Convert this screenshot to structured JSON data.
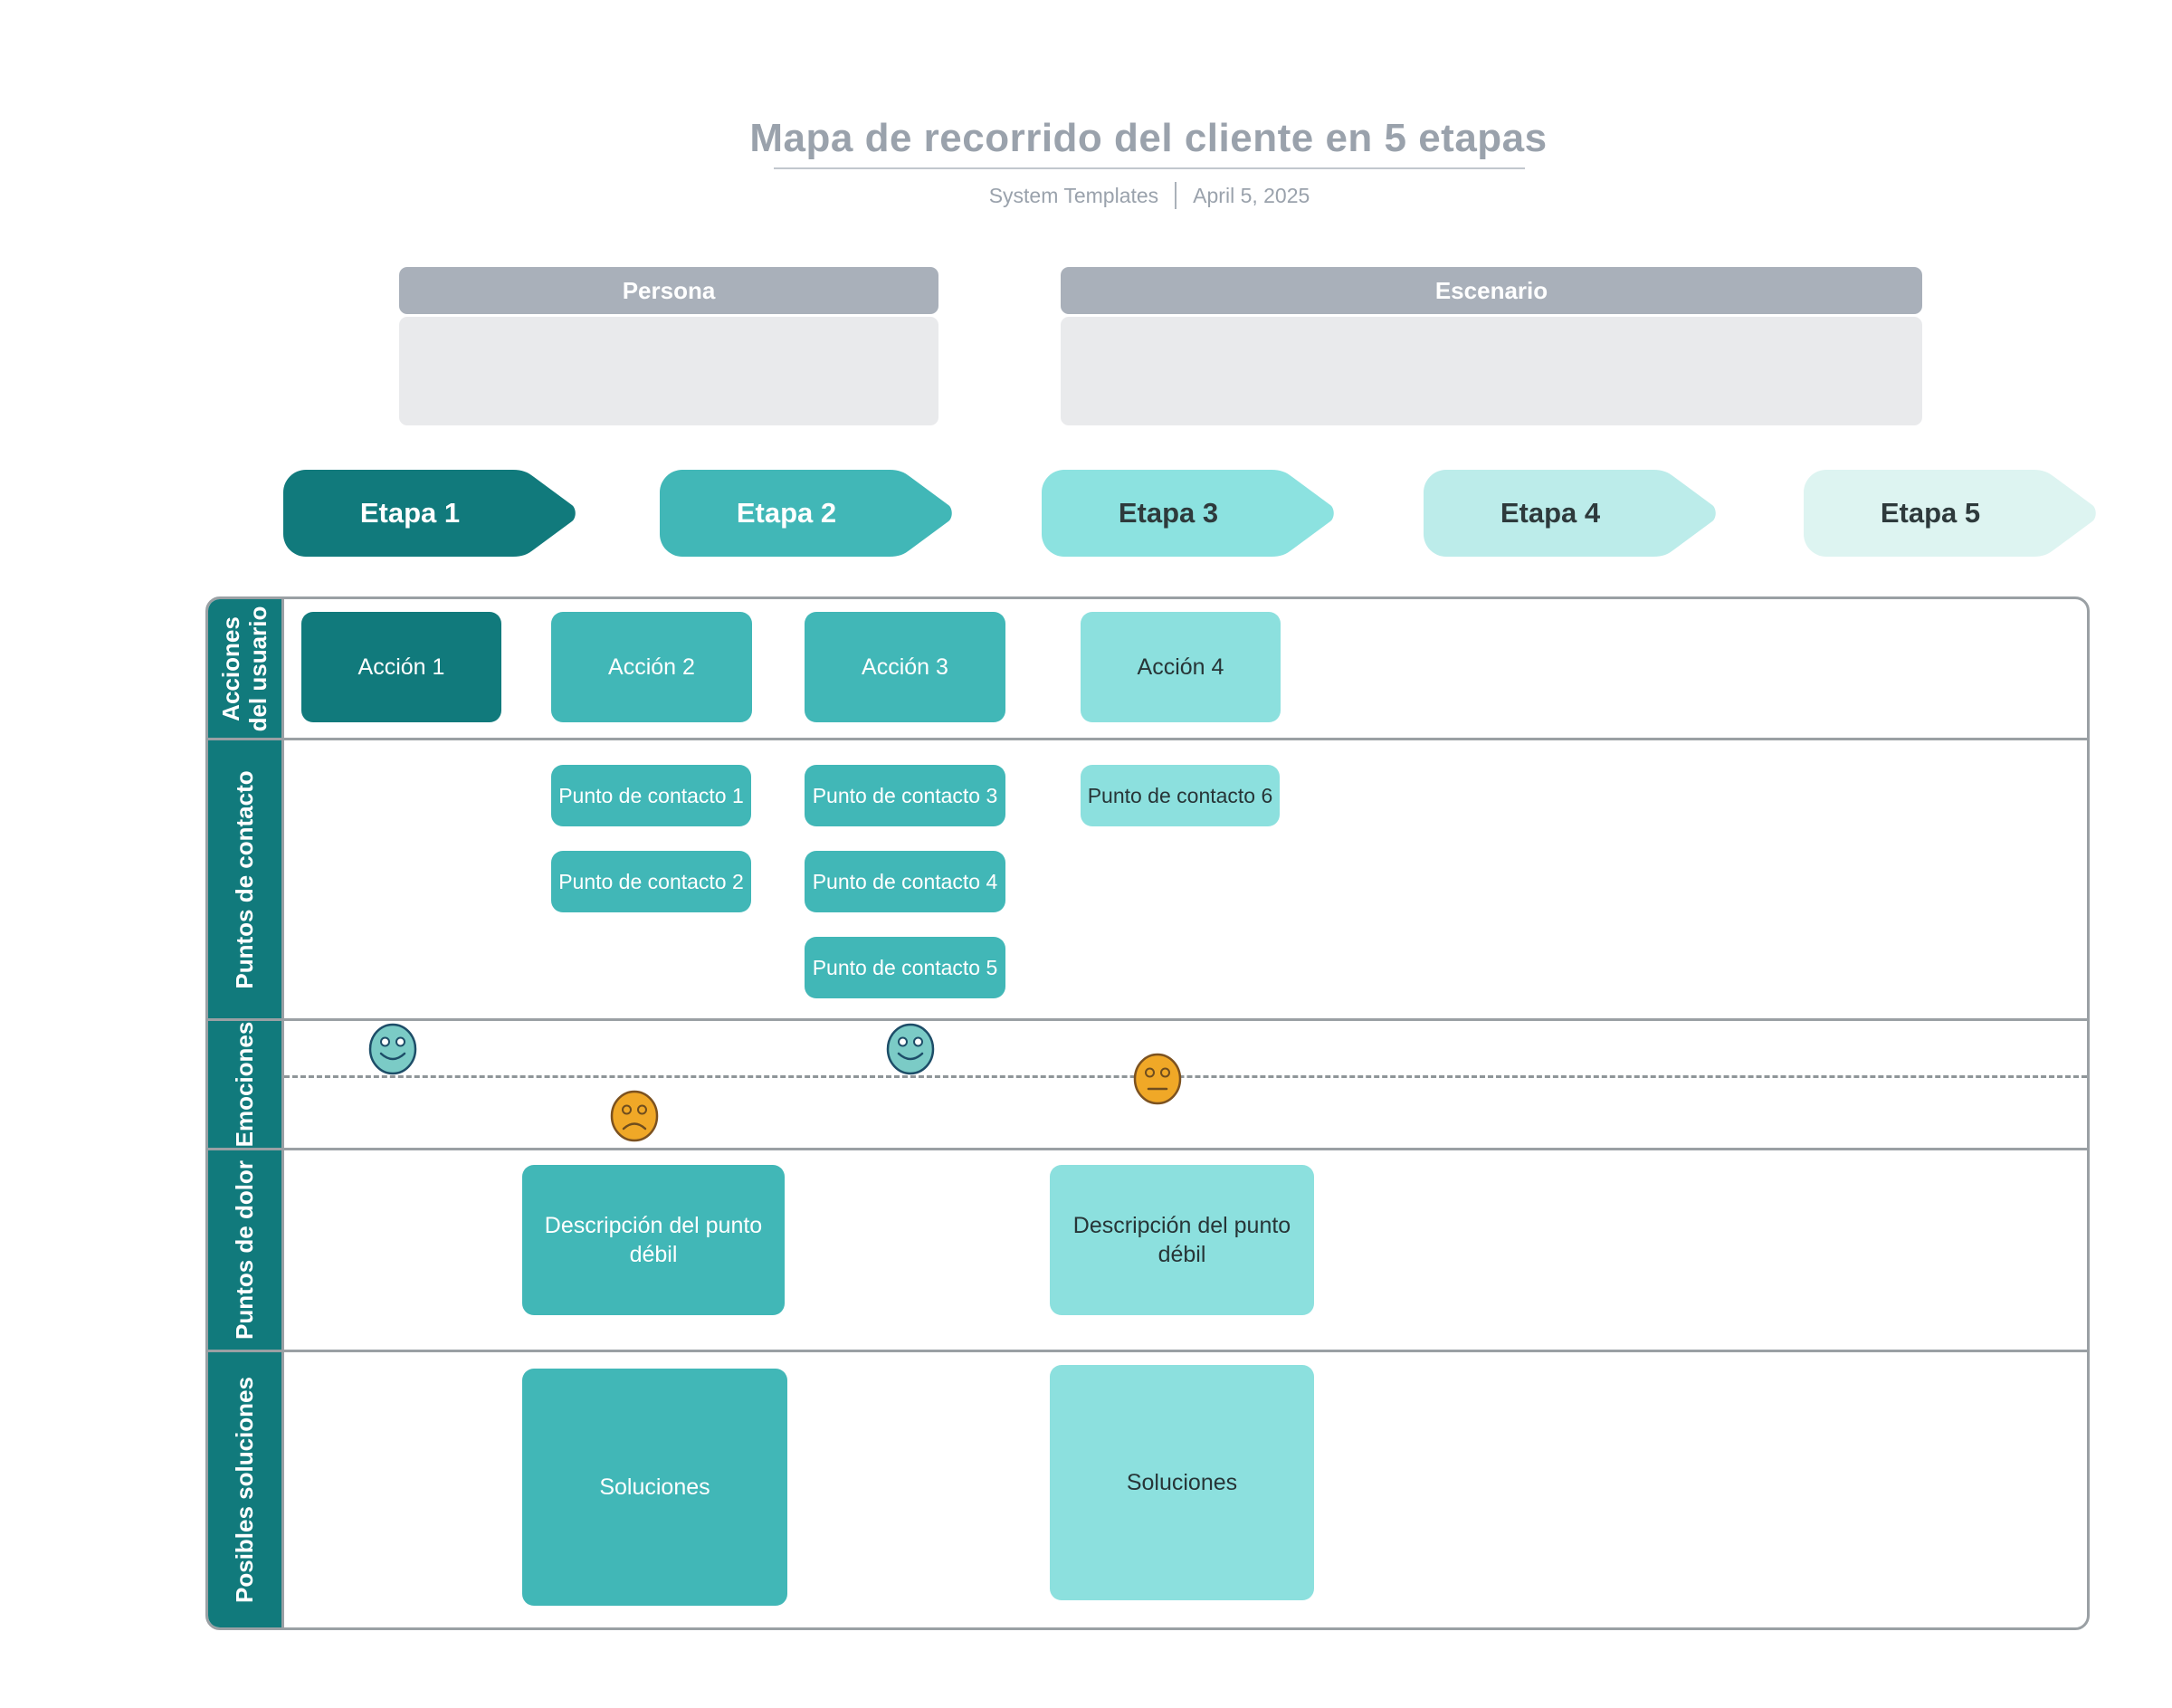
{
  "header": {
    "title": "Mapa de recorrido del cliente en 5 etapas",
    "author": "System Templates",
    "date": "April 5, 2025"
  },
  "panels": {
    "persona": {
      "title": "Persona"
    },
    "escenario": {
      "title": "Escenario"
    }
  },
  "stages": [
    {
      "label": "Etapa 1",
      "fill": "#117a7c",
      "text_color": "#ffffff"
    },
    {
      "label": "Etapa 2",
      "fill": "#41b7b7",
      "text_color": "#ffffff"
    },
    {
      "label": "Etapa 3",
      "fill": "#8ce2e0",
      "text_color": "#2e3a3c"
    },
    {
      "label": "Etapa 4",
      "fill": "#bcecea",
      "text_color": "#2e3a3c"
    },
    {
      "label": "Etapa 5",
      "fill": "#ddf4f1",
      "text_color": "#2e3a3c"
    }
  ],
  "row_labels": [
    "Acciones del usuario",
    "Puntos de contacto",
    "Emociones",
    "Puntos de dolor",
    "Posibles soluciones"
  ],
  "actions": [
    {
      "label": "Acción 1",
      "variant": "dark"
    },
    {
      "label": "Acción 2",
      "variant": "medium"
    },
    {
      "label": "Acción 3",
      "variant": "medium"
    },
    {
      "label": "Acción 4",
      "variant": "light"
    }
  ],
  "touchpoints": [
    {
      "label": "Punto de contacto 1",
      "variant": "medium"
    },
    {
      "label": "Punto de contacto 2",
      "variant": "medium"
    },
    {
      "label": "Punto de contacto 3",
      "variant": "medium"
    },
    {
      "label": "Punto de contacto 4",
      "variant": "medium"
    },
    {
      "label": "Punto de contacto 5",
      "variant": "medium"
    },
    {
      "label": "Punto de contacto 6",
      "variant": "light"
    }
  ],
  "emotions": [
    {
      "icon": "happy-face-icon",
      "mood": "happy",
      "stage": "Etapa 1",
      "position": "above-baseline"
    },
    {
      "icon": "sad-face-icon",
      "mood": "sad",
      "stage": "Etapa 2",
      "position": "below-baseline"
    },
    {
      "icon": "happy-face-icon",
      "mood": "happy",
      "stage": "Etapa 3",
      "position": "above-baseline"
    },
    {
      "icon": "neutral-face-icon",
      "mood": "neutral",
      "stage": "Etapa 4",
      "position": "on-baseline"
    }
  ],
  "pain_points": [
    {
      "label": "Descripción del punto débil",
      "variant": "medium"
    },
    {
      "label": "Descripción del punto débil",
      "variant": "light"
    }
  ],
  "solutions": [
    {
      "label": "Soluciones",
      "variant": "medium"
    },
    {
      "label": "Soluciones",
      "variant": "light"
    }
  ],
  "colors": {
    "dark_teal": "#117a7c",
    "medium_teal": "#41b7b7",
    "light_teal": "#8ce0de",
    "panel_header_gray": "#a9b0ba",
    "panel_body_gray": "#e9eaec",
    "title_gray": "#9aa2ac",
    "table_border_gray": "#9aa0a4",
    "baseline_dash_gray": "#8f9598",
    "happy_face_fill": "#7bcbc6",
    "happy_face_stroke": "#1d4d68",
    "warning_face_fill": "#f0a827",
    "warning_face_stroke": "#7c5220"
  }
}
